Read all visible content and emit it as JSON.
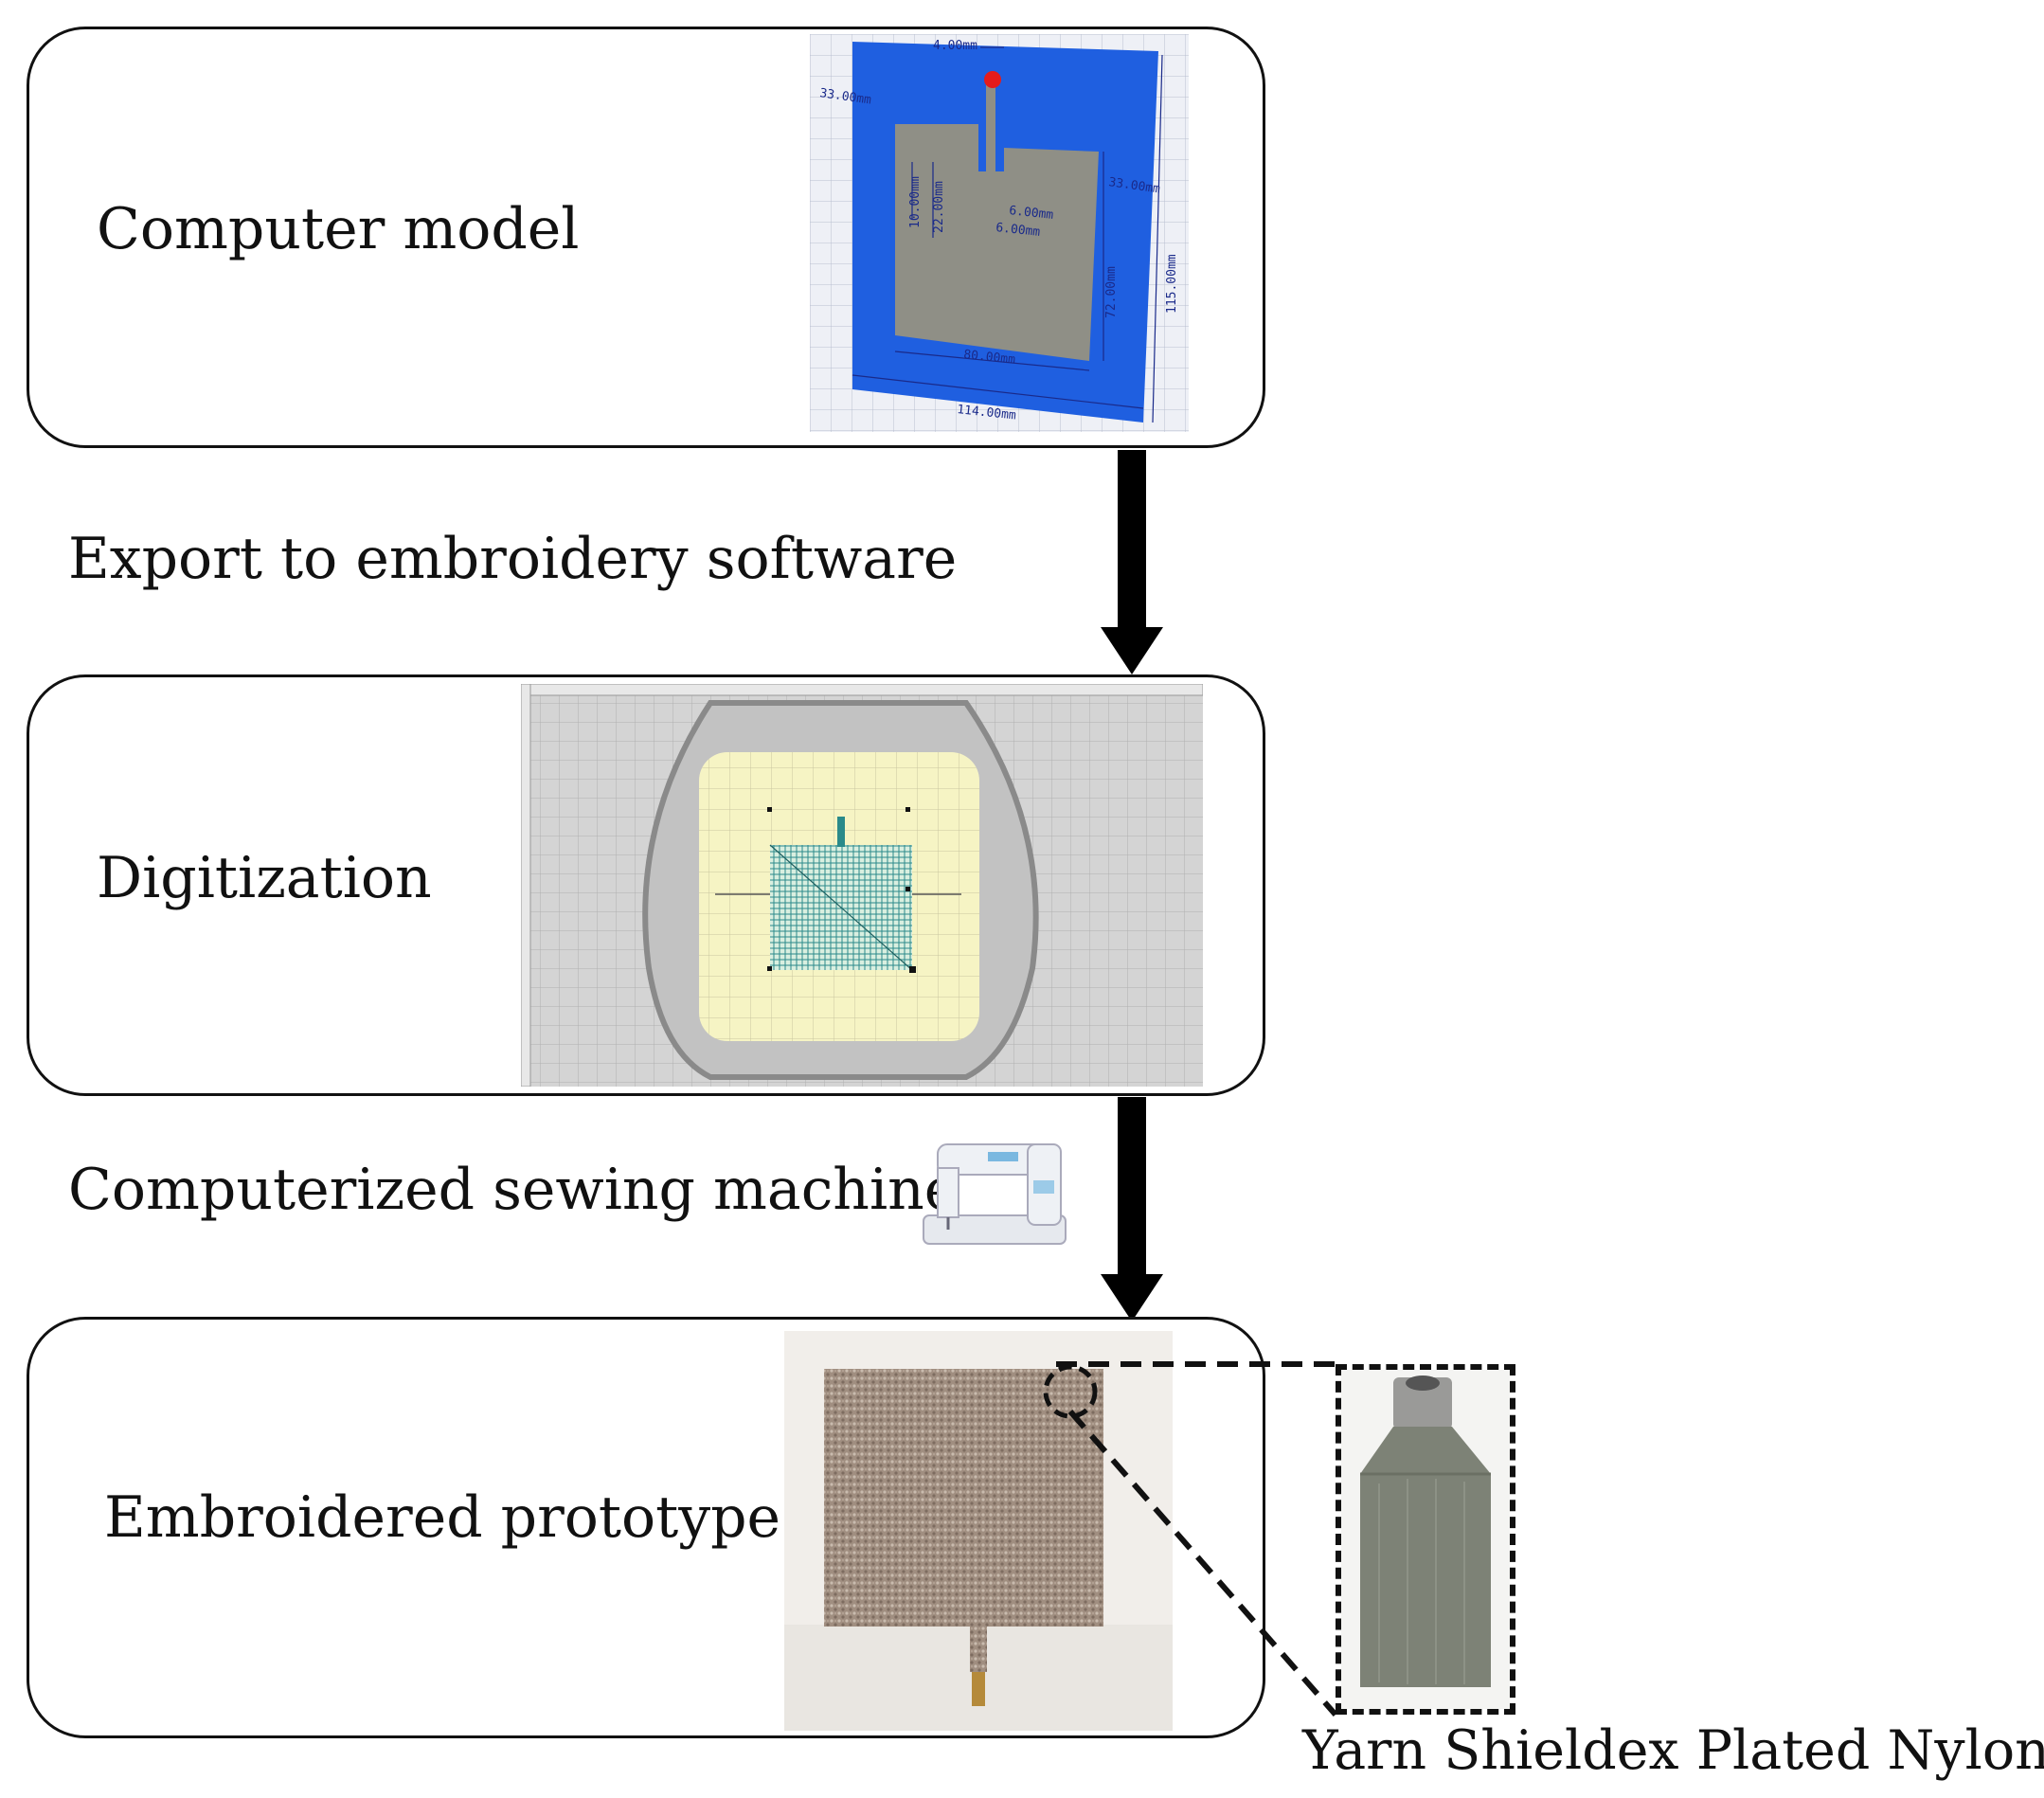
{
  "steps": {
    "computer_model": "Computer model",
    "export": "Export to embroidery software",
    "digitization": "Digitization",
    "sewing": "Computerized sewing machine",
    "prototype": "Embroidered prototype"
  },
  "yarn_caption": "Yarn Shieldex Plated Nylon",
  "model_dims": {
    "feed_width": "4.00mm",
    "offset_left": "33.00mm",
    "offset_right": "33.00mm",
    "slot_height": "10.00mm",
    "feed_length": "22.00mm",
    "gap_a": "6.00mm",
    "gap_b": "6.00mm",
    "patch_height": "72.00mm",
    "total_height": "115.00mm",
    "patch_width": "80.00mm",
    "total_width": "114.00mm"
  },
  "colors": {
    "substrate": "#1f5fe0",
    "patch": "#8f8f86",
    "feed_point": "#e51b1b",
    "hoop_field": "#f6f4c4",
    "stitch": "#2a8a8a"
  }
}
